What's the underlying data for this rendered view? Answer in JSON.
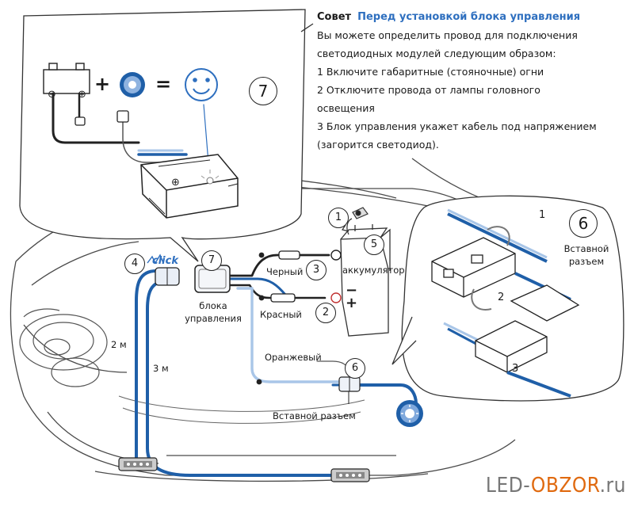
{
  "tip": {
    "prefix": "Совет",
    "title": "Перед установкой блока управления",
    "intro_line1": "Вы можете определить провод для подключения",
    "intro_line2": "светодиодных модулей следующим образом:",
    "step1": "1 Включите габаритные (стояночные) огни",
    "step2_line1": "2 Отключите провода от лампы головного",
    "step2_line2": "освещения",
    "step3_line1": "3 Блок управления укажет кабель под напряжением",
    "step3_line2": "(загорится светодиод)."
  },
  "inset_left": {
    "step_number": "7",
    "plus_sign": "+",
    "equals_sign": "=",
    "unit_plus_mark": "⊕"
  },
  "main": {
    "click_text": "click",
    "callout_4": "4",
    "callout_7": "7",
    "callout_3": "3",
    "callout_2": "2",
    "callout_1": "1",
    "callout_5": "5",
    "callout_6": "6",
    "label_black": "Черный",
    "label_red": "Красный",
    "label_orange": "Оранжевый",
    "label_battery": "аккумулятор",
    "label_unit_line1": "блока",
    "label_unit_line2": "управления",
    "label_connector": "Вставной разъем",
    "label_2m": "2 м",
    "label_3m": "3 м",
    "battery_plus": "+",
    "battery_minus": "−"
  },
  "inset_right": {
    "callout_6": "6",
    "label_line1": "Вставной",
    "label_line2": "разъем",
    "step_1": "1",
    "step_2": "2",
    "step_3": "3"
  },
  "brand": {
    "part1": "LED-",
    "part2": "OBZOR",
    "part3": ".ru"
  },
  "colors": {
    "wire_blue": "#1f5fa8",
    "wire_light_blue": "#a9c6e8",
    "accent_blue": "#2e6fbf",
    "brand_orange": "#e06a10",
    "line_dark": "#222222",
    "wire_red_end": "#c03030"
  }
}
